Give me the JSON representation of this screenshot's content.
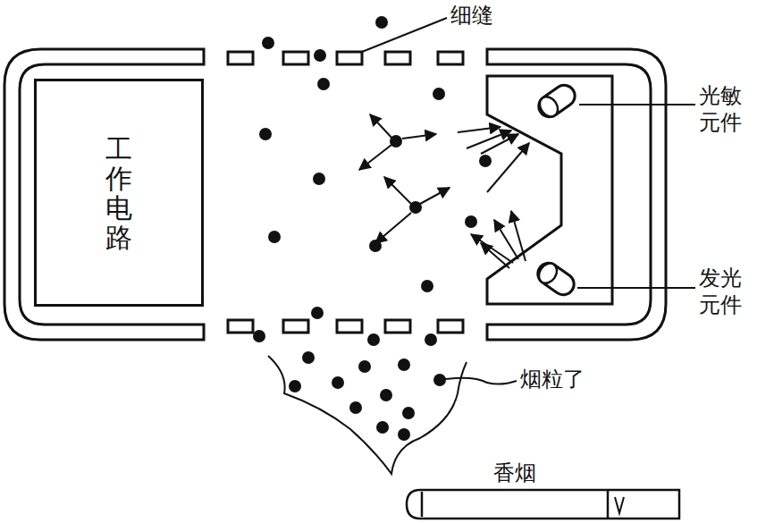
{
  "diagram": {
    "nodes": [
      {
        "text": [
          "工作电路"
        ]
      }
    ],
    "labels": [
      "细缝",
      "光敏元件",
      "发光元件",
      "烟粒了",
      "香烟"
    ]
  }
}
